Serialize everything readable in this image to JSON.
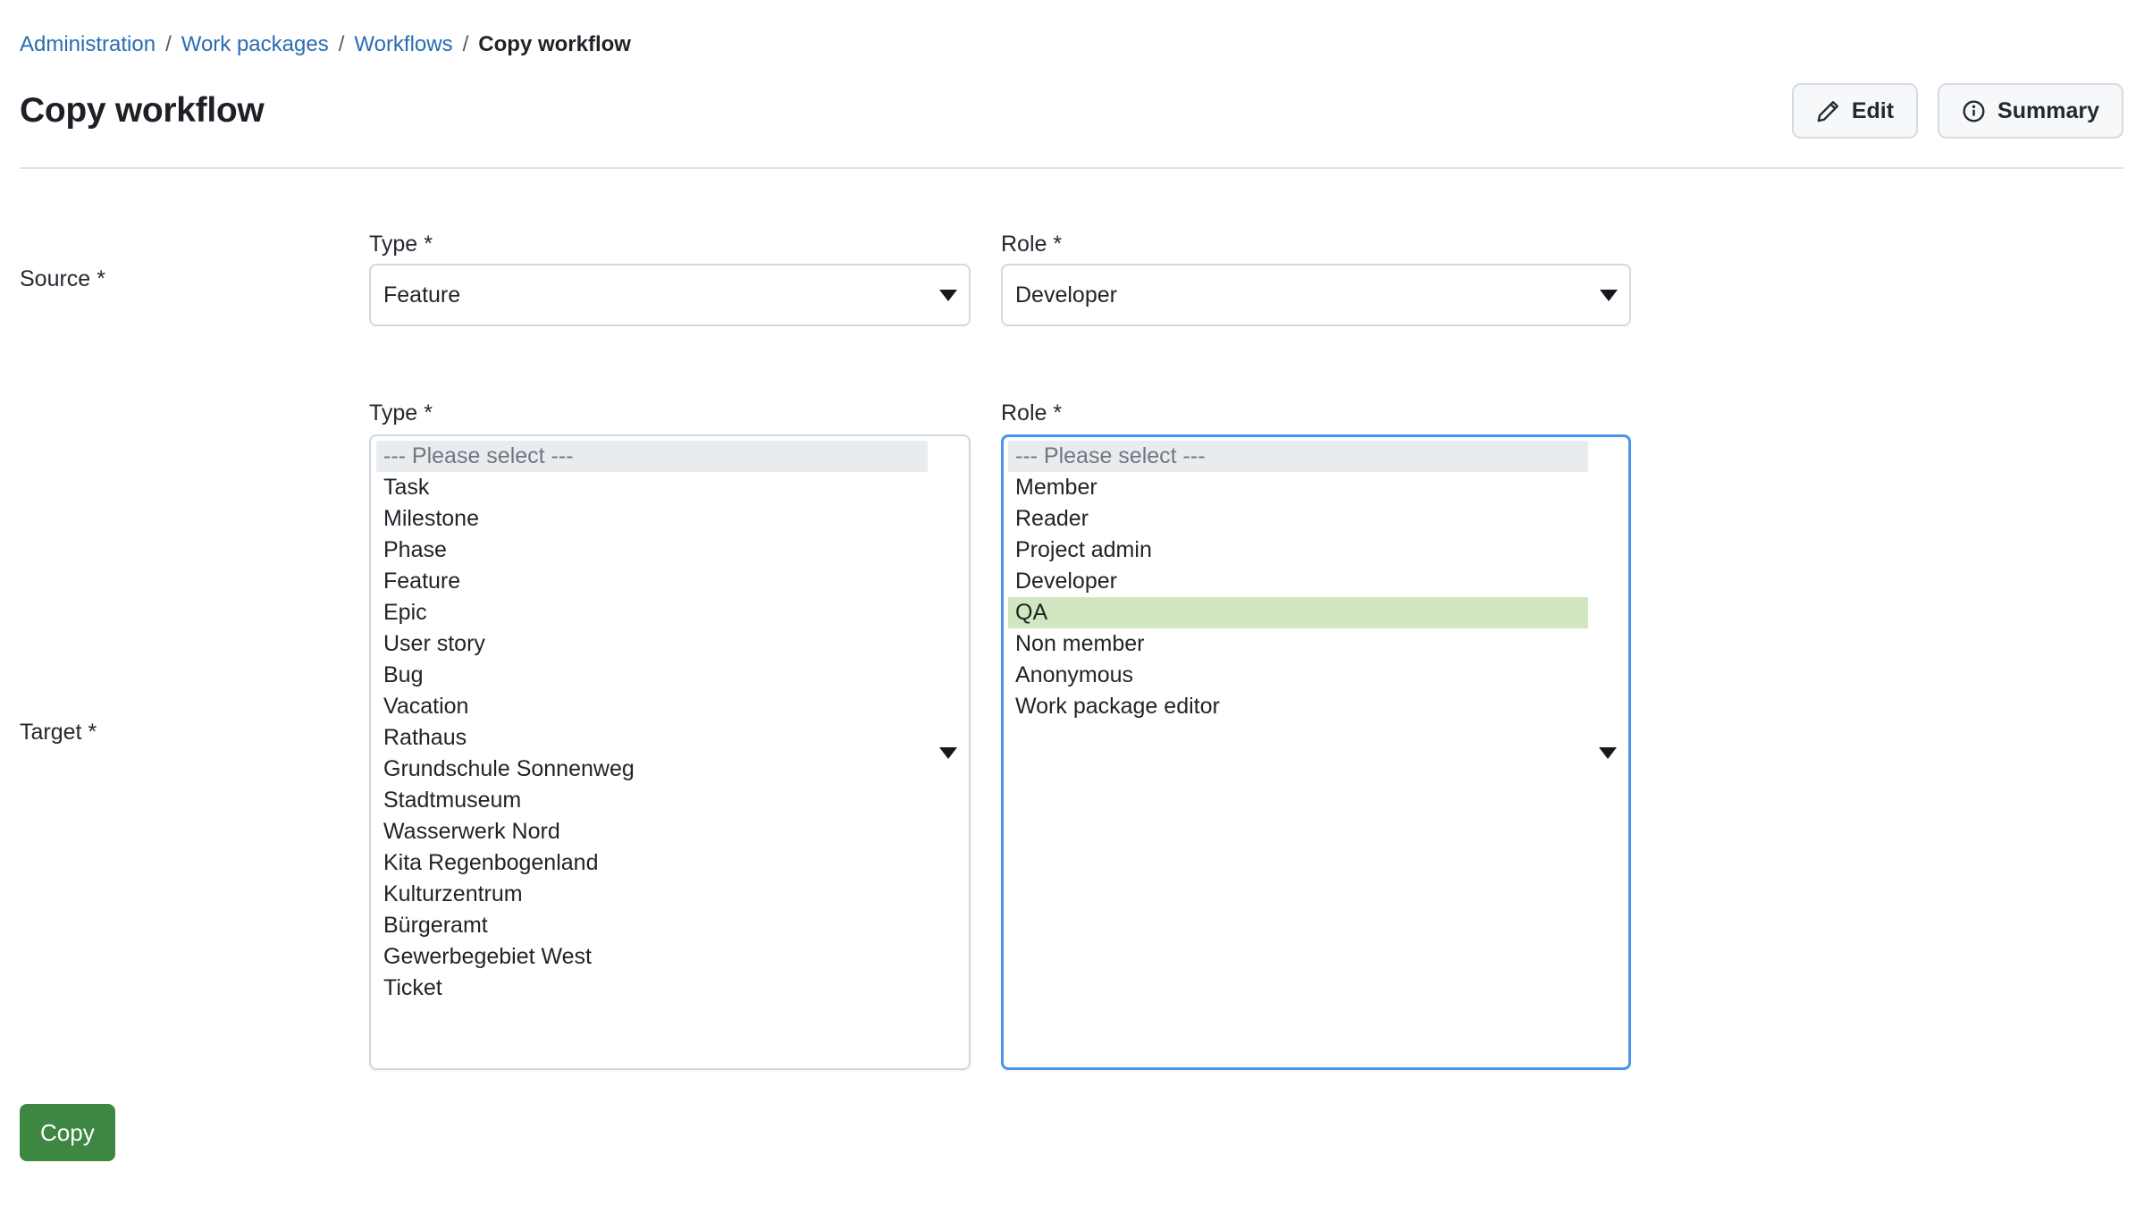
{
  "breadcrumb": {
    "separator": "/",
    "items": [
      {
        "label": "Administration",
        "current": false
      },
      {
        "label": "Work packages",
        "current": false
      },
      {
        "label": "Workflows",
        "current": false
      },
      {
        "label": "Copy workflow",
        "current": true
      }
    ]
  },
  "header": {
    "title": "Copy workflow",
    "edit_label": "Edit",
    "summary_label": "Summary"
  },
  "icons": {
    "edit": "pencil-icon",
    "summary": "info-circle-icon",
    "dropdown": "caret-down-icon"
  },
  "form": {
    "required_marker": "*",
    "source": {
      "label": "Source",
      "type": {
        "label": "Type",
        "value": "Feature"
      },
      "role": {
        "label": "Role",
        "value": "Developer"
      }
    },
    "target": {
      "label": "Target",
      "type": {
        "label": "Type",
        "options": [
          "--- Please select ---",
          "Task",
          "Milestone",
          "Phase",
          "Feature",
          "Epic",
          "User story",
          "Bug",
          "Vacation",
          "Rathaus",
          "Grundschule Sonnenweg",
          "Stadtmuseum",
          "Wasserwerk Nord",
          "Kita Regenbogenland",
          "Kulturzentrum",
          "Bürgeramt",
          "Gewerbegebiet West",
          "Ticket"
        ],
        "placeholder_index": 0,
        "selected_index": -1
      },
      "role": {
        "label": "Role",
        "options": [
          "--- Please select ---",
          "Member",
          "Reader",
          "Project admin",
          "Developer",
          "QA",
          "Non member",
          "Anonymous",
          "Work package editor"
        ],
        "placeholder_index": 0,
        "selected_index": 5,
        "selected_value": "QA",
        "focused": true
      }
    },
    "copy_label": "Copy"
  },
  "colors": {
    "link-blue": "#2a6cb3",
    "text-dark": "#1f2328",
    "muted-text": "#6e7781",
    "border-gray": "#d0d7de",
    "divider": "#dde2e8",
    "button-bg": "#f6f8fa",
    "placeholder-bg": "#e9ecef",
    "selected-green": "#d2e7c1",
    "focus-blue": "#4895ef",
    "copy-green": "#3e8743"
  }
}
